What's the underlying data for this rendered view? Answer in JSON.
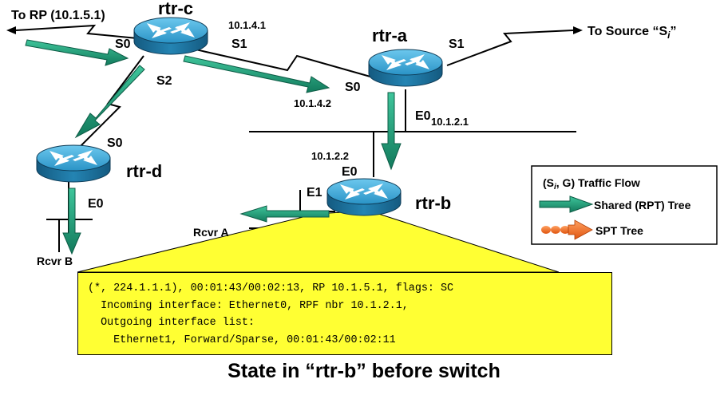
{
  "routers": {
    "rtr_c": "rtr-c",
    "rtr_a": "rtr-a",
    "rtr_d": "rtr-d",
    "rtr_b": "rtr-b"
  },
  "links": {
    "to_rp": "To RP (10.1.5.1)",
    "to_source_prefix": "To Source “S",
    "to_source_sub": "i",
    "to_source_suffix": "”"
  },
  "interfaces": {
    "c_s0": "S0",
    "c_s1": "S1",
    "c_s2": "S2",
    "a_s0": "S0",
    "a_s1": "S1",
    "a_e0": "E0",
    "d_s0": "S0",
    "d_e0": "E0",
    "b_e0": "E0",
    "b_e1": "E1"
  },
  "addresses": {
    "c_s1_ip": "10.1.4.1",
    "a_s0_ip": "10.1.4.2",
    "a_e0_ip": "10.1.2.1",
    "b_e0_ip": "10.1.2.2"
  },
  "receivers": {
    "rcvr_a": "Rcvr  A",
    "rcvr_b": "Rcvr  B"
  },
  "legend": {
    "title_open": "(S",
    "title_sub": "i",
    "title_rest": ", G) Traffic Flow",
    "shared": "Shared (RPT) Tree",
    "spt": "SPT Tree"
  },
  "state_lines": [
    "(*, 224.1.1.1), 00:01:43/00:02:13, RP 10.1.5.1, flags: SC",
    "  Incoming interface: Ethernet0, RPF nbr 10.1.2.1,",
    "  Outgoing interface list:",
    "    Ethernet1, Forward/Sparse, 00:01:43/00:02:11"
  ],
  "caption": "State in “rtr-b” before switch",
  "colors": {
    "shared_tree": "#1a9b78",
    "spt_tree": "#ff7722",
    "state_box": "#ffff33",
    "router_top": "#34a6d6",
    "router_body": "#1d6f9a"
  }
}
